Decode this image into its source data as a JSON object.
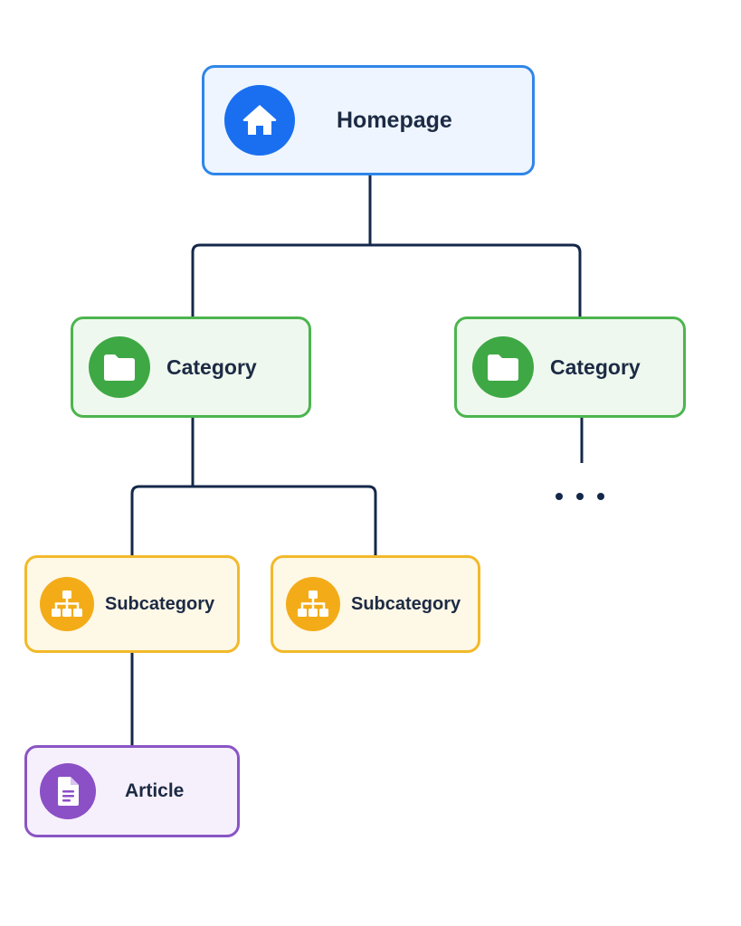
{
  "diagram": {
    "root": {
      "label": "Homepage",
      "icon": "home-icon",
      "color": "#2f86e8"
    },
    "categories": [
      {
        "label": "Category",
        "icon": "folder-icon",
        "color": "#4cb54e"
      },
      {
        "label": "Category",
        "icon": "folder-icon",
        "color": "#4cb54e"
      }
    ],
    "subcategories": [
      {
        "label": "Subcategory",
        "icon": "hierarchy-icon",
        "color": "#f2b92a"
      },
      {
        "label": "Subcategory",
        "icon": "hierarchy-icon",
        "color": "#f2b92a"
      }
    ],
    "article": {
      "label": "Article",
      "icon": "document-icon",
      "color": "#8a55c4"
    },
    "continuation_marker": "more-indicator",
    "connector_color": "#14284a"
  }
}
